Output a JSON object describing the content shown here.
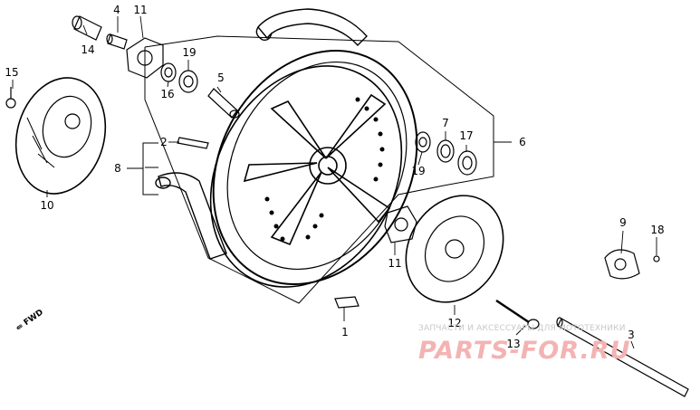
{
  "diagram": {
    "callouts": [
      {
        "id": "c1",
        "text": "1"
      },
      {
        "id": "c2",
        "text": "2"
      },
      {
        "id": "c3",
        "text": "3"
      },
      {
        "id": "c4",
        "text": "4"
      },
      {
        "id": "c5",
        "text": "5"
      },
      {
        "id": "c6",
        "text": "6"
      },
      {
        "id": "c7",
        "text": "7"
      },
      {
        "id": "c8",
        "text": "8"
      },
      {
        "id": "c9",
        "text": "9"
      },
      {
        "id": "c10",
        "text": "10"
      },
      {
        "id": "c11a",
        "text": "11"
      },
      {
        "id": "c11b",
        "text": "11"
      },
      {
        "id": "c12",
        "text": "12"
      },
      {
        "id": "c13",
        "text": "13"
      },
      {
        "id": "c14",
        "text": "14"
      },
      {
        "id": "c15",
        "text": "15"
      },
      {
        "id": "c16",
        "text": "16"
      },
      {
        "id": "c17",
        "text": "17"
      },
      {
        "id": "c18",
        "text": "18"
      },
      {
        "id": "c19a",
        "text": "19"
      },
      {
        "id": "c19b",
        "text": "19"
      }
    ],
    "direction_marker": "FWD",
    "watermark": {
      "subtitle": "ЗАПЧАСТИ И АКСЕССУАРЫ ДЛЯ МОТОТЕХНИКИ",
      "brand": "PARTS-FOR.RU"
    },
    "colors": {
      "line": "#000000",
      "watermark_brand": "#f4b3b3",
      "watermark_text": "#c8c8c8"
    }
  }
}
